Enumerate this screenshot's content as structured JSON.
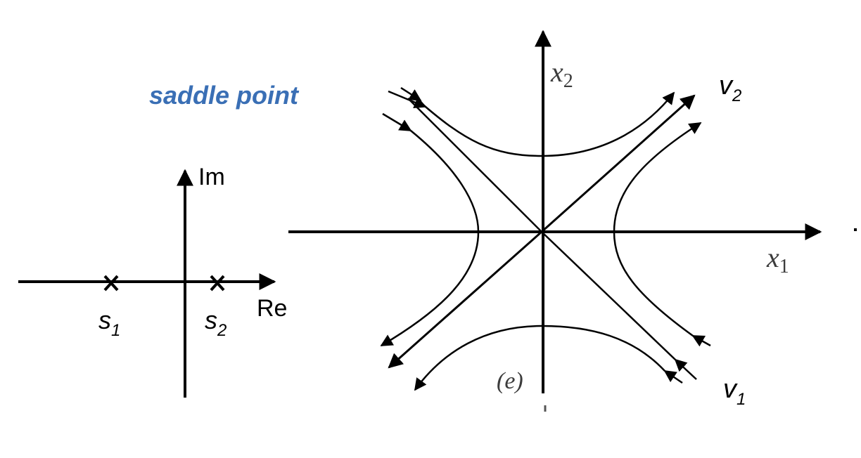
{
  "title": "saddle point",
  "title_color": "#3a6fb5",
  "pole_plot": {
    "imag_axis_label": "Im",
    "real_axis_label": "Re",
    "poles": [
      {
        "symbol": "s",
        "subscript": "1"
      },
      {
        "symbol": "s",
        "subscript": "2"
      }
    ]
  },
  "phase_portrait": {
    "x1_label": {
      "symbol": "x",
      "subscript": "1"
    },
    "x2_label": {
      "symbol": "x",
      "subscript": "2"
    },
    "panel_label": "(e)",
    "eigvec_labels": [
      {
        "symbol": "v",
        "subscript": "2"
      },
      {
        "symbol": "v",
        "subscript": "1"
      }
    ]
  },
  "colors": {
    "ink": "#000000",
    "faded_ink": "#3c3c3c"
  }
}
